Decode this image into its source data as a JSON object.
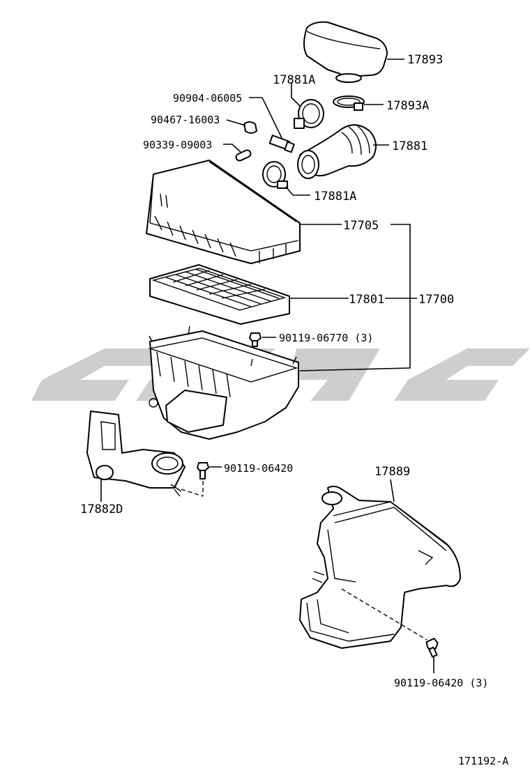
{
  "diagram_id": "171192-A",
  "watermark_text": "",
  "colors": {
    "line": "#000000",
    "background": "#ffffff",
    "watermark": "#c9c9c9"
  },
  "labels": {
    "p17893": "17893",
    "p17881A_top": "17881A",
    "p17893A": "17893A",
    "p90904": "90904-06005",
    "p90467": "90467-16003",
    "p17881": "17881",
    "p90339": "90339-09003",
    "p17881A_bot": "17881A",
    "p17705": "17705",
    "p17801": "17801",
    "p17700": "17700",
    "p90119_06770": "90119-06770 (3)",
    "p90119_06420": "90119-06420",
    "p17882D": "17882D",
    "p17889": "17889",
    "p90119_06420_3": "90119-06420 (3)"
  }
}
